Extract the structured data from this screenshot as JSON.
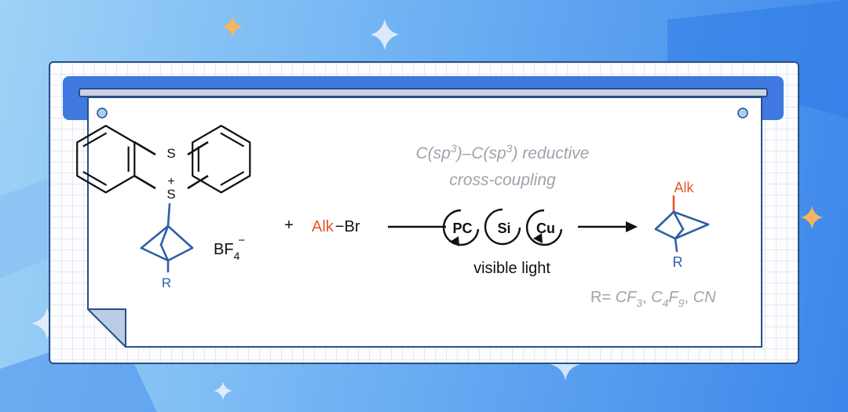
{
  "colors": {
    "accent_orange": "#e8552b",
    "bond_blue": "#2f5fa8",
    "gray_text": "#9ea3ab",
    "ink": "#111111"
  },
  "reagent": {
    "ring_atom_top": "S",
    "ring_atom_bottom": "S",
    "charge": "+",
    "substituent": "R",
    "counterion_main": "BF",
    "counterion_sub": "4",
    "counterion_sup": "−"
  },
  "plus_sign": "+",
  "partner": {
    "alk": "Alk",
    "bond": "−",
    "br": "Br"
  },
  "conditions": {
    "line1_a": "C(sp",
    "line1_sup1": "3",
    "line1_b": ")–C(sp",
    "line1_sup2": "3",
    "line1_c": ") reductive",
    "line2": "cross-coupling",
    "catalysts": [
      "PC",
      "Si",
      "Cu"
    ],
    "light": "visible light"
  },
  "product": {
    "alk": "Alk",
    "r": "R"
  },
  "r_groups": {
    "prefix": "R= ",
    "g1_a": "CF",
    "g1_sub": "3",
    "sep1": ", ",
    "g2_a": "C",
    "g2_sub1": "4",
    "g2_b": "F",
    "g2_sub2": "9",
    "sep2": ", ",
    "g3": "CN"
  }
}
